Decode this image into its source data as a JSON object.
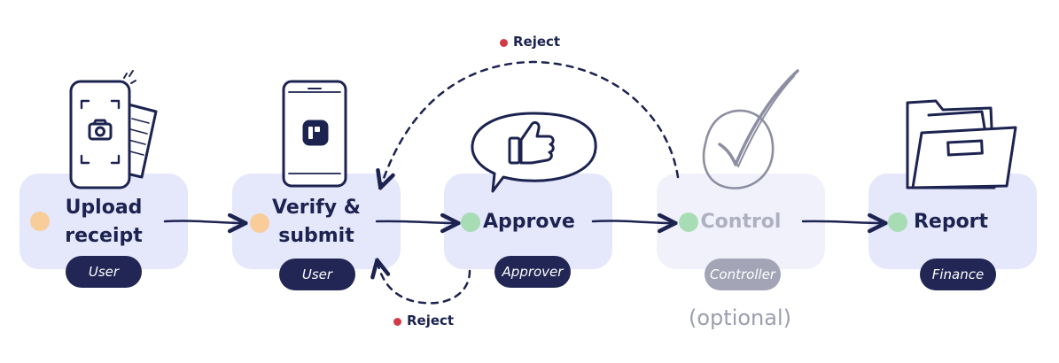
{
  "steps": [
    {
      "label": "Upload receipt",
      "role": "User",
      "dot_color": "#f8cd99",
      "icon": "phone-camera-receipt-icon"
    },
    {
      "label": "Verify & submit",
      "role": "User",
      "dot_color": "#f8cd99",
      "icon": "phone-app-icon"
    },
    {
      "label": "Approve",
      "role": "Approver",
      "dot_color": "#a8dcb5",
      "icon": "thumbs-up-speech-bubble-icon"
    },
    {
      "label": "Control",
      "role": "Controller",
      "dot_color": "#a8dcb5",
      "icon": "checkmark-icon",
      "note": "(optional)"
    },
    {
      "label": "Report",
      "role": "Finance",
      "dot_color": "#a8dcb5",
      "icon": "folder-icon"
    }
  ],
  "reject_top": "Reject",
  "reject_bottom": "Reject",
  "colors": {
    "card": "#e5e7fb",
    "navy": "#1c2350",
    "reject_dot": "#d13a46"
  }
}
